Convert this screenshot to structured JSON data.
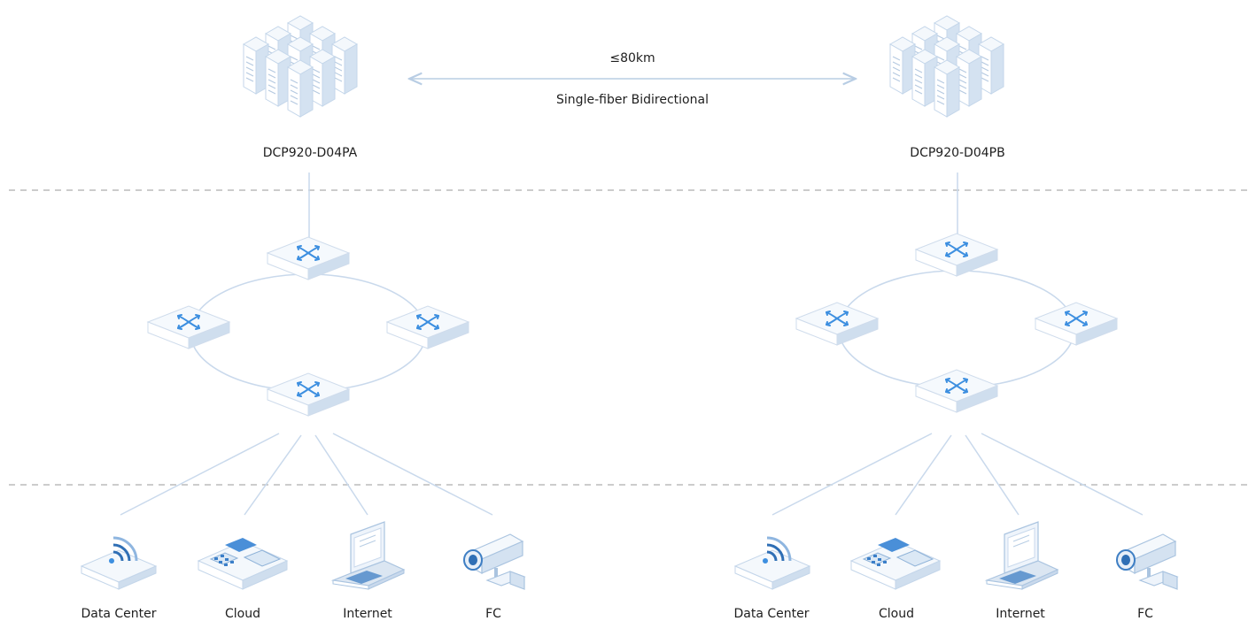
{
  "link": {
    "distance": "≤80km",
    "mode": "Single-fiber Bidirectional"
  },
  "sites": [
    {
      "device": "DCP920-D04PA",
      "endpoints": [
        "Data Center",
        "Cloud",
        "Internet",
        "FC"
      ]
    },
    {
      "device": "DCP920-D04PB",
      "endpoints": [
        "Data Center",
        "Cloud",
        "Internet",
        "FC"
      ]
    }
  ],
  "colors": {
    "line": "#c9d9ec",
    "dash": "#c0c0c0",
    "device_face": "#eef4fb",
    "device_side": "#c4d6ea",
    "accent": "#3d8fe0"
  }
}
